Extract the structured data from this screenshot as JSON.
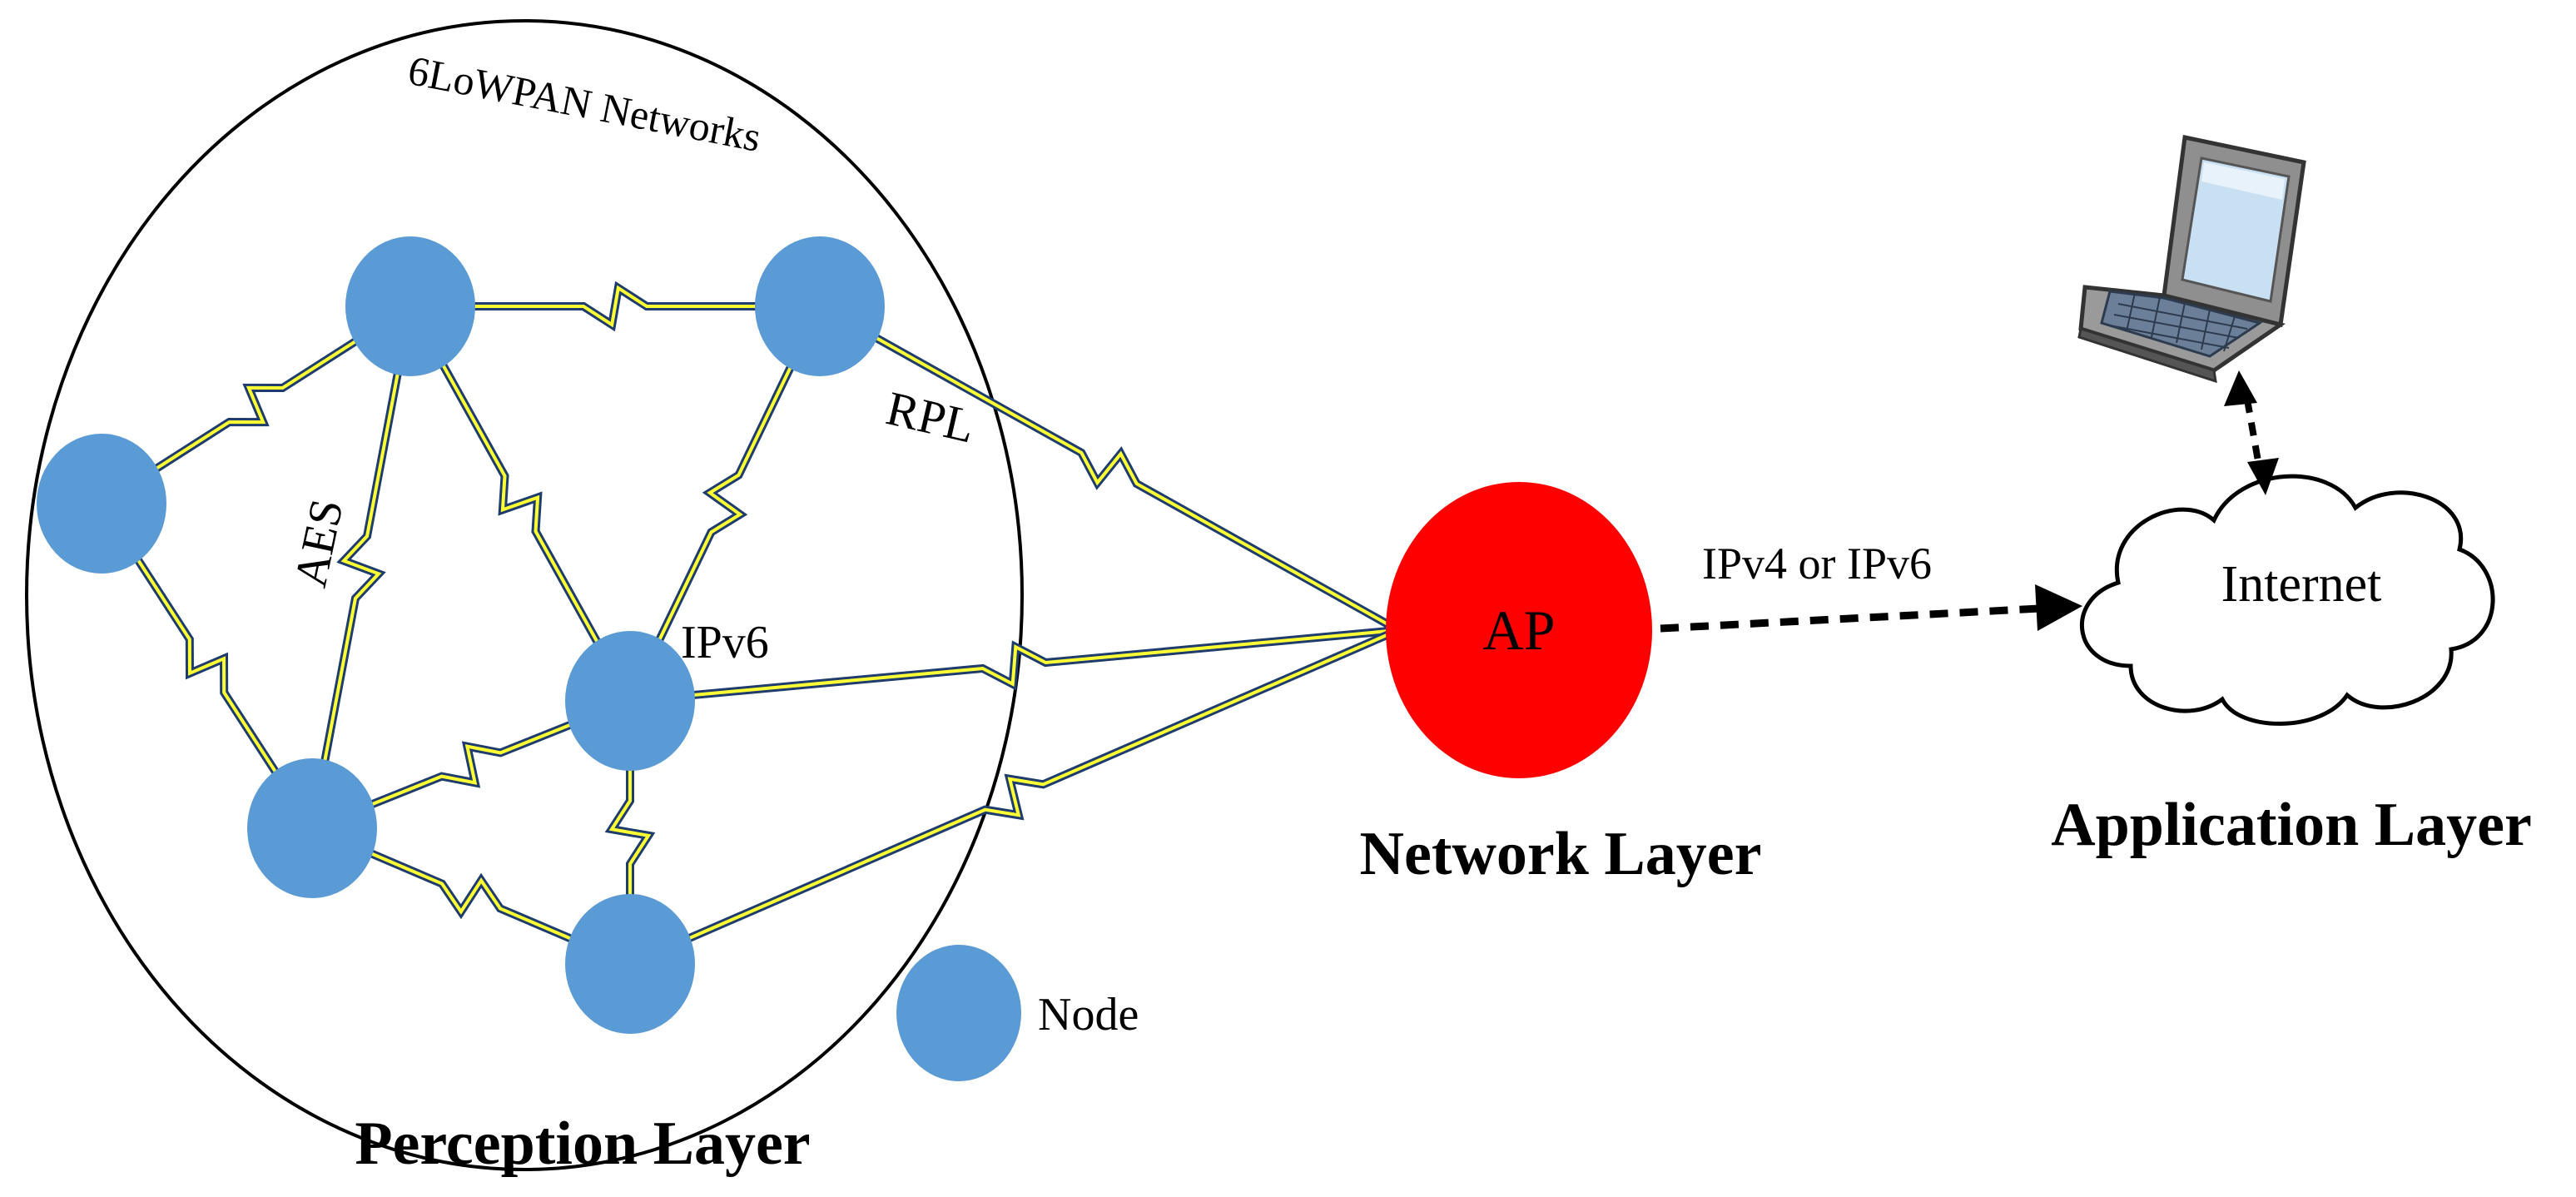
{
  "diagram": {
    "network_label": "6LoWPAN Networks",
    "protocol_labels": {
      "rpl": "RPL",
      "aes": "AES",
      "ipv6": "IPv6"
    },
    "access_point": {
      "label": "AP",
      "color": "#ff0000"
    },
    "link_label": "IPv4 or IPv6",
    "cloud_label": "Internet",
    "legend": {
      "node_label": "Node",
      "node_color": "#5b9bd5"
    },
    "layers": {
      "perception": "Perception Layer",
      "network": "Network Layer",
      "application": "Application Layer"
    },
    "colors": {
      "wireless_link_core": "#ffff33",
      "wireless_link_edge": "#1f3c6e",
      "boundary": "#000000"
    }
  }
}
